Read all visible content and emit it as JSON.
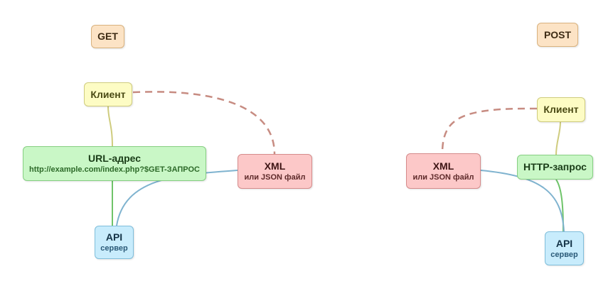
{
  "left": {
    "tag": "GET",
    "client": "Клиент",
    "url": {
      "title": "URL-адрес",
      "sub": "http://example.com/index.php?$GET-ЗАПРОС"
    },
    "xml": {
      "title": "XML",
      "sub": "или JSON файл"
    },
    "api": {
      "title": "API",
      "sub": "сервер"
    }
  },
  "right": {
    "tag": "POST",
    "client": "Клиент",
    "http": "HTTP-запрос",
    "xml": {
      "title": "XML",
      "sub": "или JSON файл"
    },
    "api": {
      "title": "API",
      "sub": "сервер"
    }
  },
  "colors": {
    "client_link": "#cfcc7e",
    "green_link": "#6fc46a",
    "blue_link": "#7fb3cf",
    "dashed_link": "#c78c82"
  }
}
